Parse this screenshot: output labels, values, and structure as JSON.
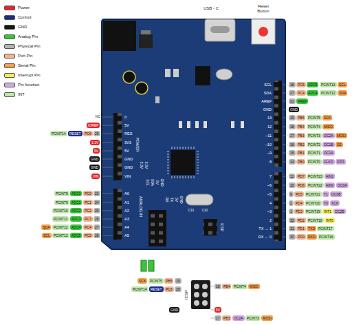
{
  "diagram": {
    "nodes": [
      {
        "text": [
          "18"
        ]
      },
      {
        "text": [
          "PC5"
        ]
      },
      {
        "text": [
          "ADC5"
        ]
      },
      {
        "text": [
          "PCINT13"
        ]
      },
      {
        "text": [
          "SCL"
        ]
      },
      {
        "text": [
          "27"
        ]
      },
      {
        "text": [
          "PC4"
        ]
      },
      {
        "text": [
          "ADC4"
        ]
      },
      {
        "text": [
          "PCINT12"
        ]
      },
      {
        "text": [
          "SDA"
        ]
      },
      {
        "text": [
          "21"
        ]
      },
      {
        "text": [
          "AREF"
        ]
      },
      {
        "text": [
          "GND"
        ]
      },
      {
        "text": [
          "19"
        ]
      },
      {
        "text": [
          "PB5"
        ]
      },
      {
        "text": [
          "PCINT5"
        ]
      },
      {
        "text": [
          "SCK"
        ]
      },
      {
        "text": [
          "18"
        ]
      },
      {
        "text": [
          "PB4"
        ]
      },
      {
        "text": [
          "PCINT4"
        ]
      },
      {
        "text": [
          "MISO"
        ]
      },
      {
        "text": [
          "17"
        ]
      },
      {
        "text": [
          "PB3"
        ]
      },
      {
        "text": [
          "PCINT3"
        ]
      },
      {
        "text": [
          "OC2A"
        ]
      },
      {
        "text": [
          "MOSI"
        ]
      },
      {
        "text": [
          "16"
        ]
      },
      {
        "text": [
          "PB2"
        ]
      },
      {
        "text": [
          "PCINT2"
        ]
      },
      {
        "text": [
          "OC1B"
        ]
      },
      {
        "text": [
          "SS"
        ]
      },
      {
        "text": [
          "15"
        ]
      },
      {
        "text": [
          "PB1"
        ]
      },
      {
        "text": [
          "PCINT1"
        ]
      },
      {
        "text": [
          "OC1A"
        ]
      },
      {
        "text": [
          "14"
        ]
      },
      {
        "text": [
          "PB0"
        ]
      },
      {
        "text": [
          "PCINT0"
        ]
      },
      {
        "text": [
          "CLKO"
        ]
      },
      {
        "text": [
          "ICP1"
        ]
      },
      {
        "text": [
          "11"
        ]
      },
      {
        "text": [
          "PD7"
        ]
      },
      {
        "text": [
          "PCINT23"
        ]
      },
      {
        "text": [
          "AIN1"
        ]
      },
      {
        "text": [
          "10"
        ]
      },
      {
        "text": [
          "PD6"
        ]
      },
      {
        "text": [
          "PCINT22"
        ]
      },
      {
        "text": [
          "AIN0"
        ]
      },
      {
        "text": [
          "OC0A"
        ]
      },
      {
        "text": [
          "9"
        ]
      },
      {
        "text": [
          "PD5"
        ]
      },
      {
        "text": [
          "PCINT21"
        ]
      },
      {
        "text": [
          "T1"
        ]
      },
      {
        "text": [
          "OC0B"
        ]
      },
      {
        "text": [
          "2"
        ]
      },
      {
        "text": [
          "PD4"
        ]
      },
      {
        "text": [
          "PCINT20"
        ]
      },
      {
        "text": [
          "T0"
        ]
      },
      {
        "text": [
          "XCK"
        ]
      },
      {
        "text": [
          "1"
        ]
      },
      {
        "text": [
          "PD3"
        ]
      },
      {
        "text": [
          "PCINT19"
        ]
      },
      {
        "text": [
          "INT1"
        ]
      },
      {
        "text": [
          "OC2B"
        ]
      },
      {
        "text": [
          "32"
        ]
      },
      {
        "text": [
          "PD2"
        ]
      },
      {
        "text": [
          "PCINT18"
        ]
      },
      {
        "text": [
          "INT0"
        ]
      },
      {
        "text": [
          "31"
        ]
      },
      {
        "text": [
          "PD1"
        ]
      },
      {
        "text": [
          "TXD"
        ]
      },
      {
        "text": [
          "PCINT17"
        ]
      },
      {
        "text": [
          "30"
        ]
      },
      {
        "text": [
          "PD0"
        ]
      },
      {
        "text": [
          "RXD"
        ]
      },
      {
        "text": [
          "PCINT16"
        ]
      },
      {
        "text": [
          "IOREF"
        ]
      },
      {
        "text": [
          "PCINT14"
        ]
      },
      {
        "text": [
          "RESET"
        ]
      },
      {
        "text": [
          "PC6"
        ]
      },
      {
        "text": [
          "29"
        ]
      },
      {
        "text": [
          "3.3V"
        ]
      },
      {
        "text": [
          "5V"
        ]
      },
      {
        "text": [
          "GND"
        ]
      },
      {
        "text": [
          "GND"
        ]
      },
      {
        "text": [
          "VIN"
        ]
      },
      {
        "text": [
          "PCINT8"
        ]
      },
      {
        "text": [
          "ADC0"
        ]
      },
      {
        "text": [
          "PC0"
        ]
      },
      {
        "text": [
          "23"
        ]
      },
      {
        "text": [
          "PCINT9"
        ]
      },
      {
        "text": [
          "ADC1"
        ]
      },
      {
        "text": [
          "PC1"
        ]
      },
      {
        "text": [
          "24"
        ]
      },
      {
        "text": [
          "PCINT10"
        ]
      },
      {
        "text": [
          "ADC2"
        ]
      },
      {
        "text": [
          "PC2"
        ]
      },
      {
        "text": [
          "25"
        ]
      },
      {
        "text": [
          "PCINT11"
        ]
      },
      {
        "text": [
          "ADC3"
        ]
      },
      {
        "text": [
          "PC3"
        ]
      },
      {
        "text": [
          "26"
        ]
      },
      {
        "text": [
          "SDA"
        ]
      },
      {
        "text": [
          "PCINT12"
        ]
      },
      {
        "text": [
          "ADC4"
        ]
      },
      {
        "text": [
          "PC4"
        ]
      },
      {
        "text": [
          "27"
        ]
      },
      {
        "text": [
          "SCL"
        ]
      },
      {
        "text": [
          "PCINT13"
        ]
      },
      {
        "text": [
          "ADC5"
        ]
      },
      {
        "text": [
          "PC5"
        ]
      },
      {
        "text": [
          "28"
        ]
      },
      {
        "text": [
          "SCK"
        ]
      },
      {
        "text": [
          "PCINT5"
        ]
      },
      {
        "text": [
          "PB5"
        ]
      },
      {
        "text": [
          "19"
        ]
      },
      {
        "text": [
          "PCINT14"
        ]
      },
      {
        "text": [
          "RESET"
        ]
      },
      {
        "text": [
          "PC6"
        ]
      },
      {
        "text": [
          "29"
        ]
      },
      {
        "text": [
          "GND"
        ]
      },
      {
        "text": [
          "18"
        ]
      },
      {
        "text": [
          "PB4"
        ]
      },
      {
        "text": [
          "PCINT4"
        ]
      },
      {
        "text": [
          "MISO"
        ]
      },
      {
        "text": [
          "5V"
        ]
      },
      {
        "text": [
          "17"
        ]
      },
      {
        "text": [
          "PB3"
        ]
      },
      {
        "text": [
          "OC2A"
        ]
      },
      {
        "text": [
          "PCINT3"
        ]
      },
      {
        "text": [
          "MOSI"
        ]
      }
    ],
    "labels": [
      "USB - C",
      "Reset Button",
      "NC",
      "SCL",
      "SDA",
      "AREF",
      "GND",
      "13",
      "12",
      "~11",
      "~10",
      "~9",
      "8",
      "7",
      "~6",
      "~5",
      "4",
      "~3",
      "2",
      "TX → 1",
      "RX ← 0",
      "0",
      "5V",
      "RES",
      "3V3",
      "5V",
      "GND",
      "GND",
      "VIN",
      "A0",
      "A1",
      "A2",
      "A3",
      "A4",
      "A5",
      "POWER",
      "ANALOG IN",
      "3.3V",
      "3.3V",
      "SCL",
      "SDA",
      "5V",
      "GND",
      "RX",
      "TX",
      "5V",
      "GND",
      "C13",
      "C10",
      "ICSP",
      "ICSP"
    ],
    "legend": [
      {
        "text": "Power",
        "color": "#e3262b"
      },
      {
        "text": "Control",
        "color": "#1d2b8c"
      },
      {
        "text": "GND",
        "color": "#151515"
      },
      {
        "text": "Analog Pin",
        "color": "#3cc43c"
      },
      {
        "text": "Physical Pin",
        "color": "#b3b3b3"
      },
      {
        "text": "Port Pin",
        "color": "#f2b48e"
      },
      {
        "text": "Serial Pin",
        "color": "#f5a04f"
      },
      {
        "text": "Interrupt Pin",
        "color": "#f4ee55"
      },
      {
        "text": "Pin function",
        "color": "#cfa8e0"
      },
      {
        "text": "INT",
        "color": "#bfe8ad"
      }
    ]
  }
}
